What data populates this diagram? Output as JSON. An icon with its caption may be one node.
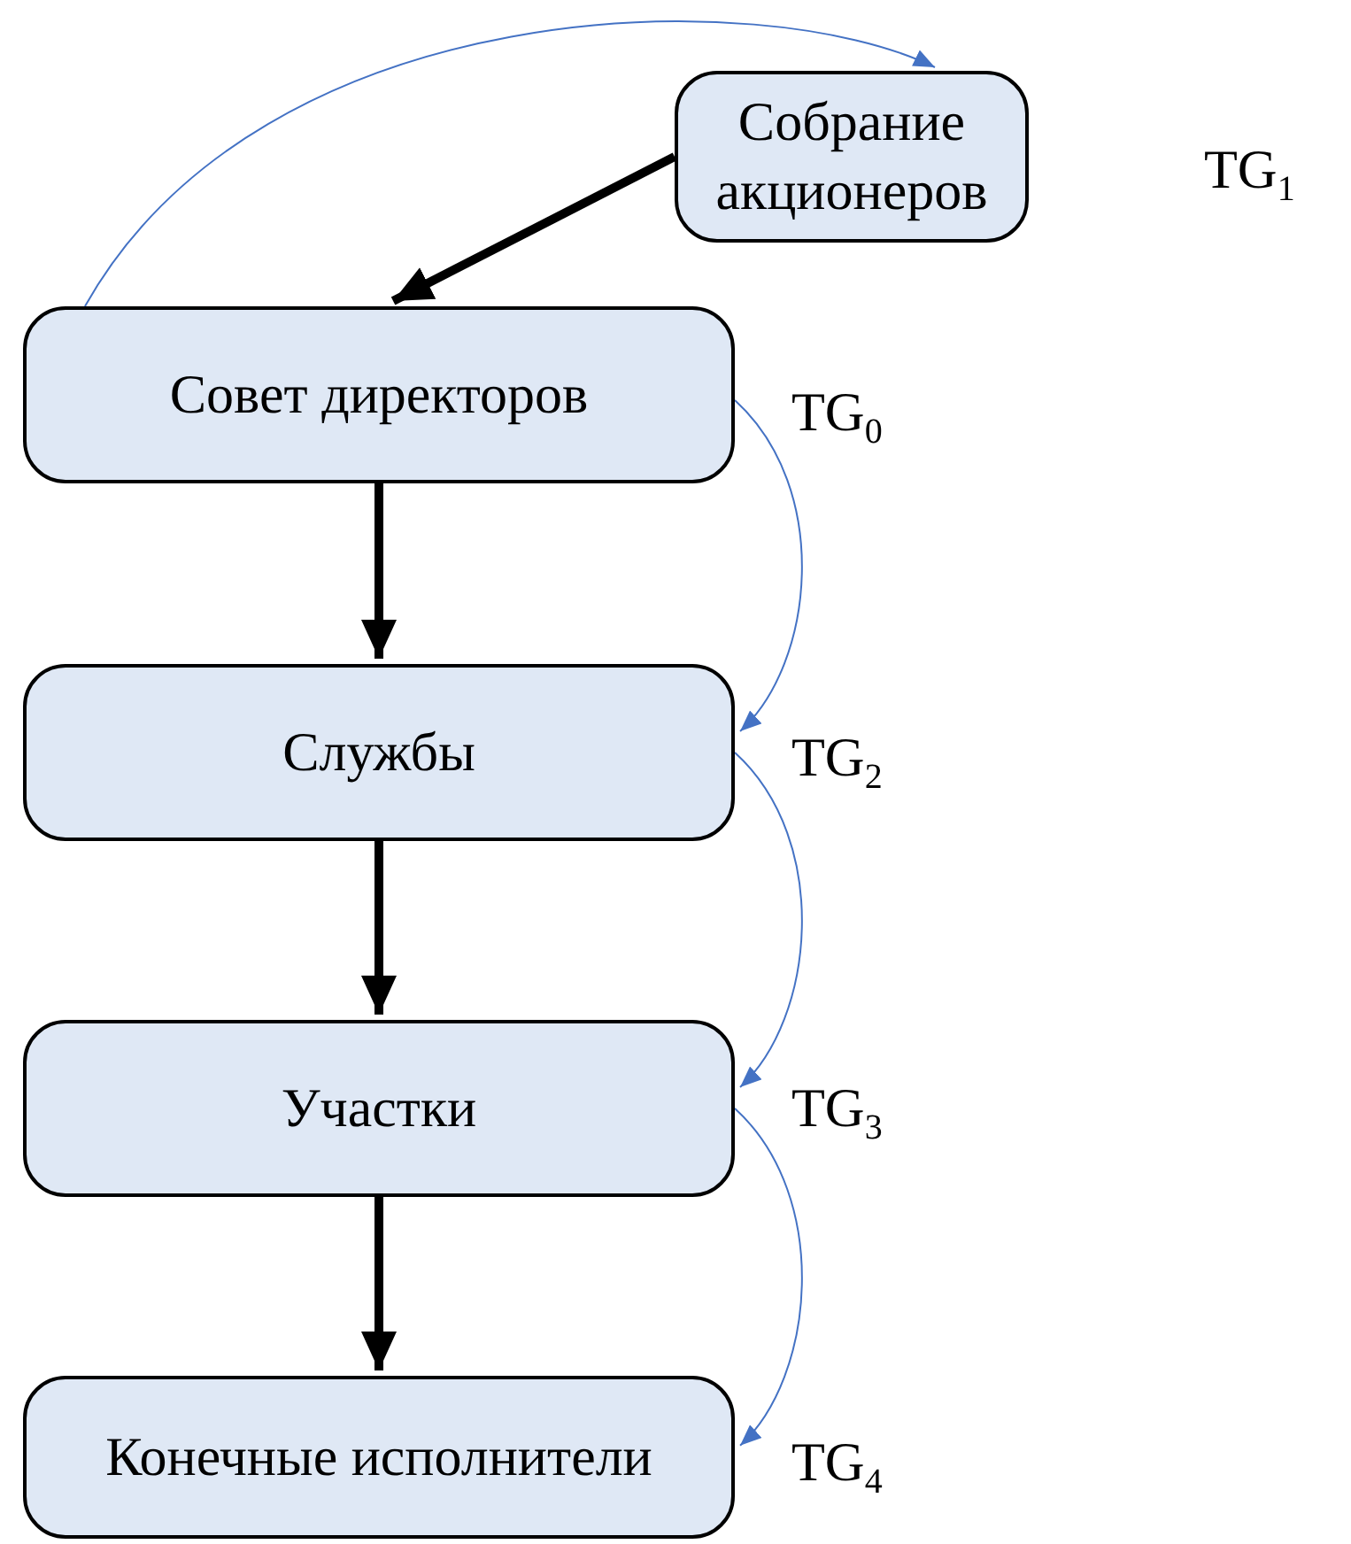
{
  "diagram": {
    "nodes": [
      {
        "text": [
          "Собрание акционеров"
        ],
        "beside": [
          "TG$_{1}$"
        ]
      },
      {
        "text": [
          "Совет директоров"
        ],
        "beside": [
          "TG$_{0}$"
        ]
      },
      {
        "text": [
          "Службы"
        ],
        "beside": [
          "TG$_{2}$"
        ]
      },
      {
        "text": [
          "Участки"
        ],
        "beside": [
          "TG$_{3}$"
        ]
      },
      {
        "text": [
          "Конечные исполнители"
        ],
        "beside": [
          "TG$_{4}$"
        ]
      }
    ],
    "edges": [
      {
        "from": 0,
        "to": 1,
        "arrow": "to",
        "style": "thick"
      },
      {
        "from": 1,
        "to": 2,
        "arrow": "to",
        "style": "thick"
      },
      {
        "from": 2,
        "to": 3,
        "arrow": "to",
        "style": "thick"
      },
      {
        "from": 3,
        "to": 4,
        "arrow": "to",
        "style": "thick"
      },
      {
        "from": 1,
        "to": 0,
        "arrow": "to",
        "color": "#4472c4"
      },
      {
        "from": 1,
        "to": 2,
        "arrow": "to",
        "color": "#4472c4"
      },
      {
        "from": 2,
        "to": 3,
        "arrow": "to",
        "color": "#4472c4"
      },
      {
        "from": 3,
        "to": 4,
        "arrow": "to",
        "color": "#4472c4"
      }
    ]
  }
}
